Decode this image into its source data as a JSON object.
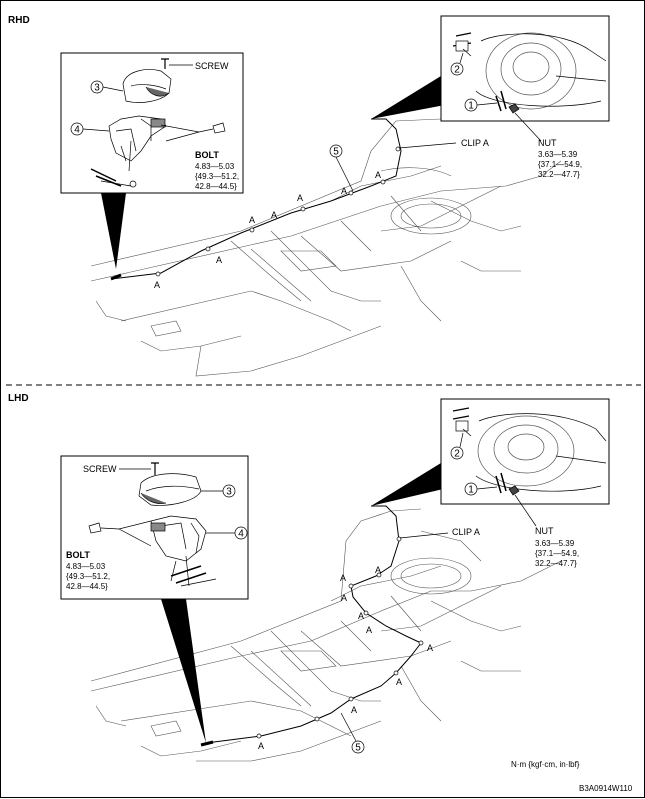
{
  "sections": {
    "rhd": {
      "title": "RHD"
    },
    "lhd": {
      "title": "LHD"
    }
  },
  "labels": {
    "screw": "SCREW",
    "bolt": "BOLT",
    "bolt_torque_1": "4.83—5.03",
    "bolt_torque_2": "{49.3—51.2,",
    "bolt_torque_3": "42.8—44.5}",
    "nut": "NUT",
    "nut_torque_1": "3.63—5.39",
    "nut_torque_2": "{37.1—54.9,",
    "nut_torque_3": "32.2—47.7}",
    "clip_a": "CLIP A",
    "clip_marker": "A",
    "part_1": "1",
    "part_2": "2",
    "part_3": "3",
    "part_4": "4",
    "part_5": "5"
  },
  "footer": {
    "units": "N·m {kgf·cm, in·lbf}",
    "code": "B3A0914W110"
  }
}
